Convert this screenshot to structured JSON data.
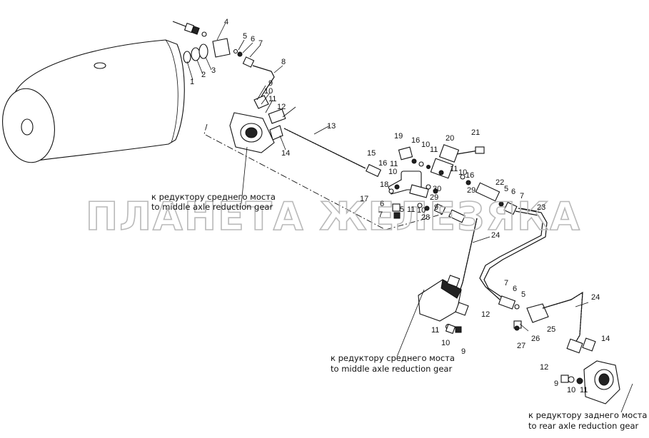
{
  "captions": {
    "middle_top_ru": "к редуктору среднего моста",
    "middle_top_en": "to middle axle reduction gear",
    "middle_bottom_ru": "к редуктору среднего моста",
    "middle_bottom_en": "to middle axle reduction gear",
    "rear_ru": "к редуктору заднего моста",
    "rear_en": "to rear axle reduction gear"
  },
  "watermark": "ПЛАНЕТА ЖЕЛЕЗЯКА",
  "callouts": {
    "n1": "1",
    "n2": "2",
    "n3": "3",
    "n4": "4",
    "n5": "5",
    "n6": "6",
    "n7": "7",
    "n8": "8",
    "n9": "9",
    "n10": "10",
    "n11": "11",
    "n12": "12",
    "n13": "13",
    "n14": "14",
    "c15": "15",
    "c16": "16",
    "c11": "11",
    "c10": "10",
    "c19": "19",
    "c16b": "16",
    "c10b": "10",
    "c11b": "11",
    "c20": "20",
    "c21": "21",
    "c18": "18",
    "c17": "17",
    "c6": "6",
    "c7": "7",
    "c5": "5",
    "c11c": "11",
    "c10c": "10",
    "c29": "29",
    "c30": "30",
    "c9": "9",
    "c28": "28",
    "c11d": "11",
    "c10d": "10",
    "c16c": "16",
    "c29b": "29",
    "c22": "22",
    "c5b": "5",
    "c6b": "6",
    "c7b": "7",
    "r23": "23",
    "r24": "24",
    "b7": "7",
    "b6": "6",
    "b5": "5",
    "b12": "12",
    "b11": "11",
    "b10": "10",
    "b9": "9",
    "b26": "26",
    "b27": "27",
    "b25": "25",
    "b24": "24",
    "b14": "14",
    "b12b": "12",
    "b9b": "9",
    "b10b": "10",
    "b11b": "11"
  }
}
